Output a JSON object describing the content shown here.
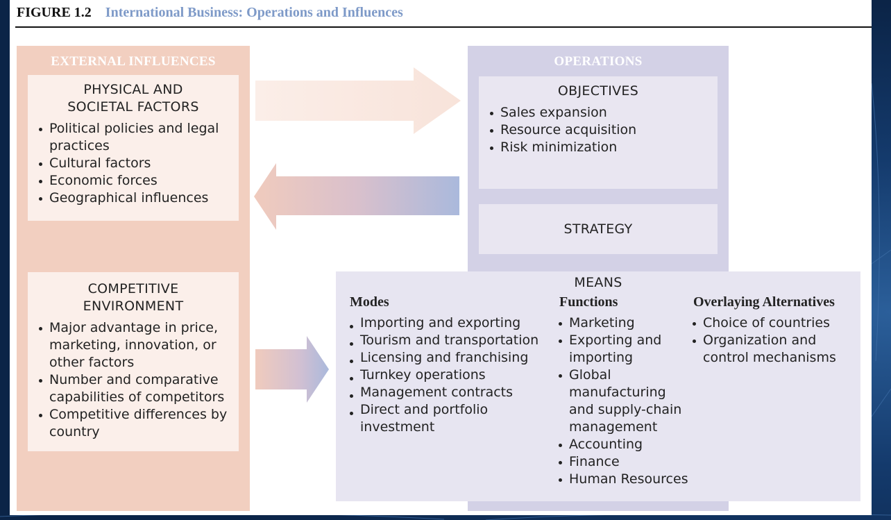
{
  "figure": {
    "number": "FIGURE 1.2",
    "title": "International Business: Operations and Influences"
  },
  "external": {
    "header": "EXTERNAL INFLUENCES",
    "physical": {
      "title_line1": "PHYSICAL AND",
      "title_line2": "SOCIETAL FACTORS",
      "items": [
        "Political policies and legal practices",
        "Cultural factors",
        "Economic forces",
        "Geographical influences"
      ]
    },
    "competitive": {
      "title_line1": "COMPETITIVE",
      "title_line2": "ENVIRONMENT",
      "items": [
        "Major advantage in price, marketing, innovation, or other factors",
        "Number and comparative capabilities of competitors",
        "Competitive differences by country"
      ]
    }
  },
  "operations": {
    "header": "OPERATIONS",
    "objectives": {
      "title": "OBJECTIVES",
      "items": [
        "Sales expansion",
        "Resource acquisition",
        "Risk minimization"
      ]
    },
    "strategy": "STRATEGY"
  },
  "means": {
    "title": "MEANS",
    "modes": {
      "heading": "Modes",
      "items": [
        "Importing and exporting",
        "Tourism and transportation",
        "Licensing and franchising",
        "Turnkey operations",
        "Management contracts",
        "Direct and portfolio investment"
      ]
    },
    "functions": {
      "heading": "Functions",
      "items": [
        "Marketing",
        "Exporting and importing",
        "Global manufacturing and supply-chain management",
        "Accounting",
        "Finance",
        "Human Resources"
      ]
    },
    "alternatives": {
      "heading": "Overlaying Alternatives",
      "items": [
        "Choice of countries",
        "Organization and control mechanisms"
      ]
    }
  },
  "colors": {
    "title_accent": "#7e9ac8",
    "external_panel": "#f2cfc0",
    "external_box": "#fbefea",
    "operations_panel": "#d3d1e6",
    "operations_box": "#e9e6f1",
    "means_box": "#e7e5f1"
  }
}
